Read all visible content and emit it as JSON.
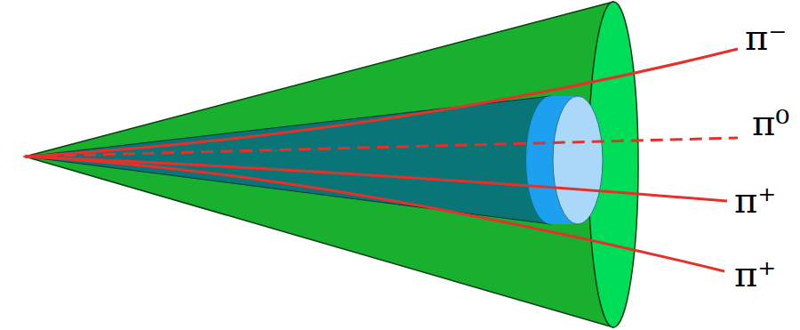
{
  "diagram": {
    "labels": [
      "π⁻",
      "π⁰",
      "π⁺",
      "π⁺"
    ]
  }
}
